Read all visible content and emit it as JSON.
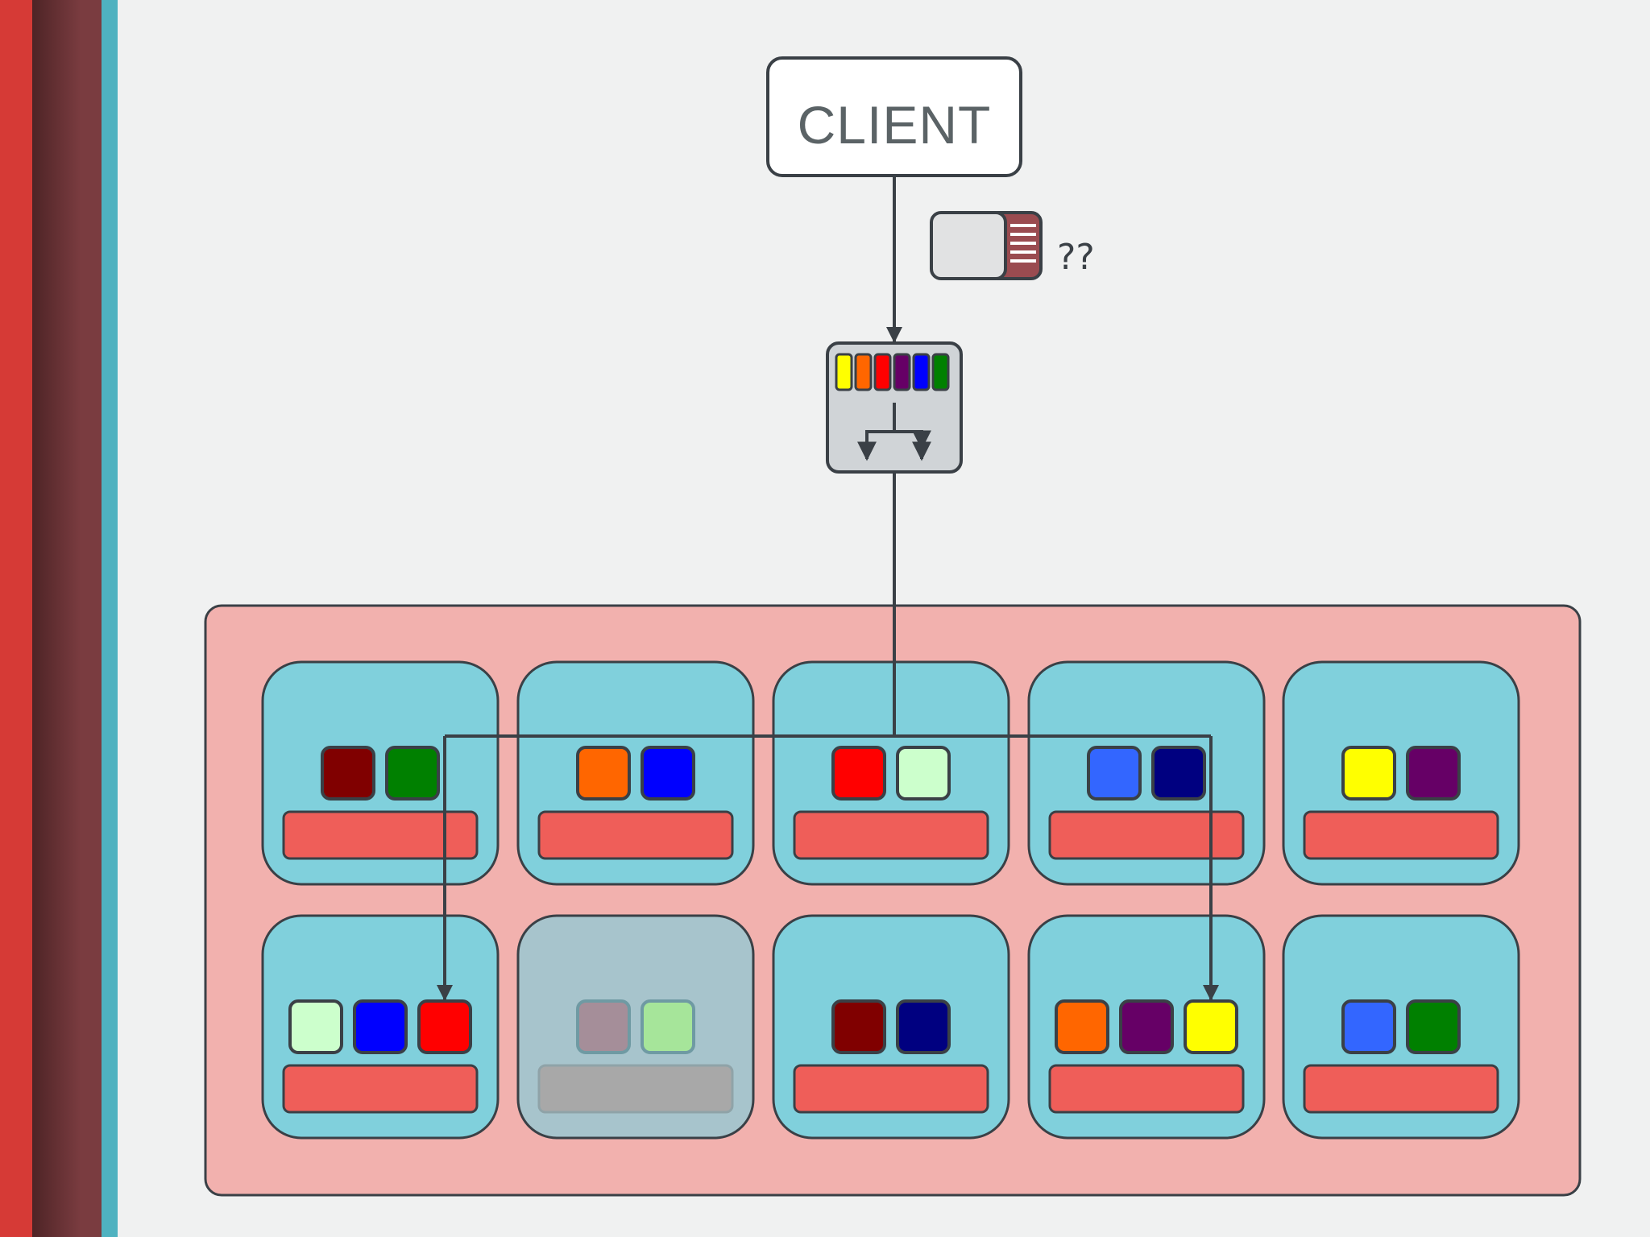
{
  "client": {
    "label": "CLIENT"
  },
  "message": {
    "annotation": "??"
  },
  "colors": {
    "accent_red": "#d63a36",
    "accent_maroon": "#7a3c40",
    "accent_teal": "#4fb2c0",
    "cluster_bg": "#f2b1ae",
    "node_bg": "#80d0dc",
    "node_bg_inactive": "#a7c4cc",
    "node_bar": "#ef5e59",
    "node_bar_inactive": "#a8a8a8",
    "stroke": "#3a4046"
  },
  "router": {
    "icon": "router-split-icon",
    "key_colors": [
      "#ffff00",
      "#ff6600",
      "#ff0000",
      "#660066",
      "#0000ff",
      "#008000"
    ]
  },
  "cluster": {
    "rows": [
      [
        {
          "active": true,
          "keys": [
            "#800000",
            "#008000"
          ]
        },
        {
          "active": true,
          "keys": [
            "#ff6600",
            "#0000ff"
          ]
        },
        {
          "active": true,
          "keys": [
            "#ff0000",
            "#ccffcc"
          ]
        },
        {
          "active": true,
          "keys": [
            "#3366ff",
            "#000080"
          ]
        },
        {
          "active": true,
          "keys": [
            "#ffff00",
            "#660066"
          ]
        }
      ],
      [
        {
          "active": true,
          "keys": [
            "#ccffcc",
            "#0000ff",
            "#ff0000"
          ]
        },
        {
          "active": false,
          "keys": [
            "#a58e99",
            "#a6e59a"
          ]
        },
        {
          "active": true,
          "keys": [
            "#800000",
            "#000080"
          ]
        },
        {
          "active": true,
          "keys": [
            "#ff6600",
            "#660066",
            "#ffff00"
          ]
        },
        {
          "active": true,
          "keys": [
            "#3366ff",
            "#008000"
          ]
        }
      ]
    ],
    "routes": [
      {
        "row": 1,
        "col": 0,
        "key": 2
      },
      {
        "row": 1,
        "col": 3,
        "key": 2
      }
    ]
  }
}
